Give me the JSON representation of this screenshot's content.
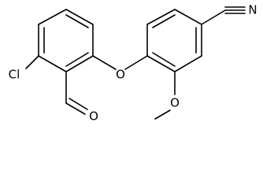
{
  "molecule": {
    "atoms": {
      "chlorine": "Cl",
      "ether_oxygen": "O",
      "aldehyde_oxygen": "O",
      "methoxy_oxygen": "O",
      "nitrile_nitrogen": "N"
    }
  },
  "colors": {
    "background": "#ffffff",
    "bond": "#000000",
    "label": "#000000"
  }
}
